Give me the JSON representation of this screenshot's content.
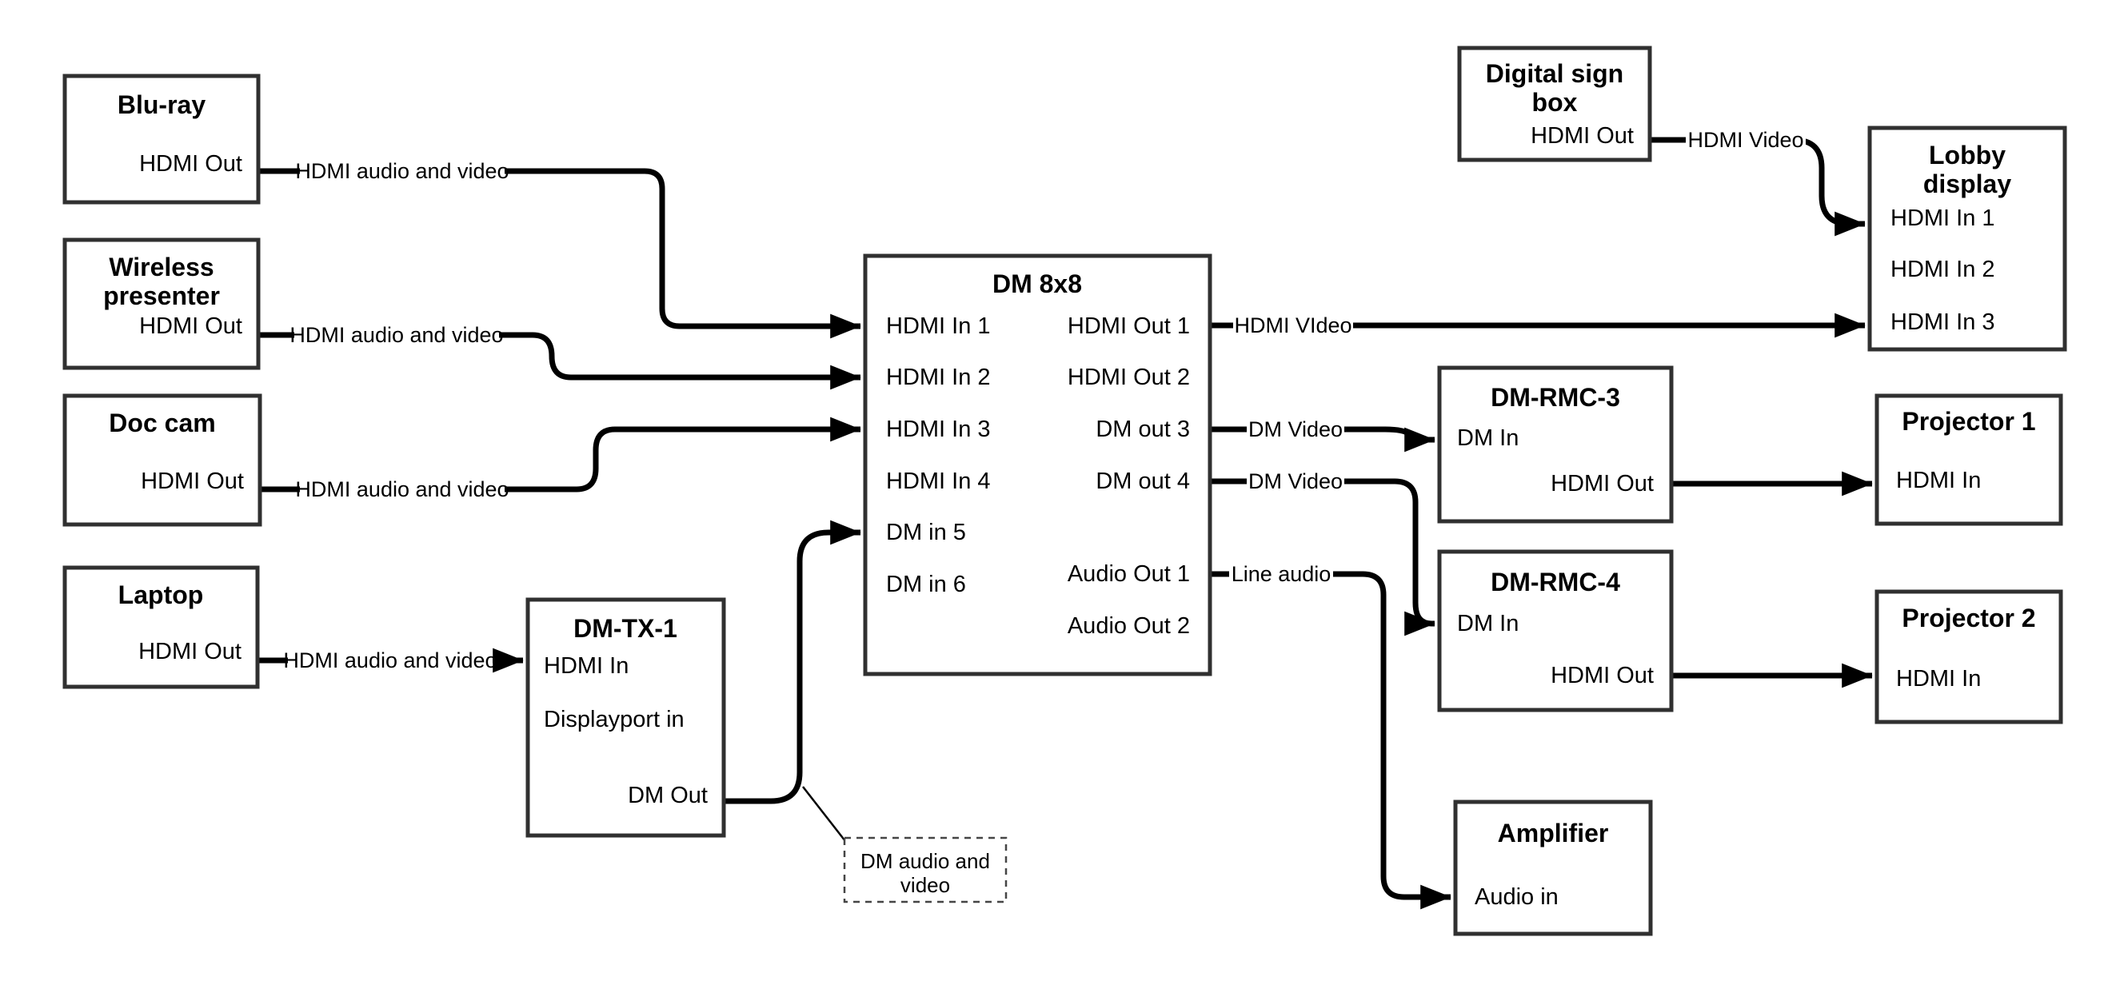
{
  "diagram": {
    "nodes": {
      "bluray": {
        "title": "Blu-ray",
        "hdmi_out": "HDMI Out"
      },
      "wireless": {
        "title1": "Wireless",
        "title2": "presenter",
        "hdmi_out": "HDMI Out"
      },
      "doccam": {
        "title": "Doc cam",
        "hdmi_out": "HDMI Out"
      },
      "laptop": {
        "title": "Laptop",
        "hdmi_out": "HDMI Out"
      },
      "dmtx1": {
        "title": "DM-TX-1",
        "hdmi_in": "HDMI In",
        "displayport_in": "Displayport in",
        "dm_out": "DM Out"
      },
      "dm8x8": {
        "title": "DM 8x8",
        "in1": "HDMI In 1",
        "in2": "HDMI In 2",
        "in3": "HDMI In 3",
        "in4": "HDMI In 4",
        "in5": "DM in 5",
        "in6": "DM in 6",
        "out1": "HDMI Out 1",
        "out2": "HDMI Out 2",
        "out3": "DM out 3",
        "out4": "DM out 4",
        "audio_out1": "Audio Out 1",
        "audio_out2": "Audio Out 2"
      },
      "digital_sign": {
        "title1": "Digital sign",
        "title2": "box",
        "hdmi_out": "HDMI Out"
      },
      "lobby": {
        "title1": "Lobby",
        "title2": "display",
        "in1": "HDMI In 1",
        "in2": "HDMI In 2",
        "in3": "HDMI In 3"
      },
      "dmrmc3": {
        "title": "DM-RMC-3",
        "dm_in": "DM In",
        "hdmi_out": "HDMI Out"
      },
      "dmrmc4": {
        "title": "DM-RMC-4",
        "dm_in": "DM In",
        "hdmi_out": "HDMI Out"
      },
      "proj1": {
        "title": "Projector 1",
        "hdmi_in": "HDMI In"
      },
      "proj2": {
        "title": "Projector 2",
        "hdmi_in": "HDMI In"
      },
      "amplifier": {
        "title": "Amplifier",
        "audio_in": "Audio in"
      }
    },
    "connections": {
      "bluray_to_dm8x8": "HDMI audio and video",
      "wireless_to_dm8x8": "HDMI audio and video",
      "doccam_to_dm8x8": "HDMI audio and video",
      "laptop_to_dmtx1": "HDMI audio and video",
      "out1_to_lobby": "HDMI VIdeo",
      "out3_to_rmc3": "DM Video",
      "out4_to_rmc4": "DM Video",
      "audioout1_to_amp": "Line audio",
      "sign_to_lobby": "HDMI Video"
    },
    "note": {
      "line1": "DM audio and",
      "line2": "video"
    }
  }
}
